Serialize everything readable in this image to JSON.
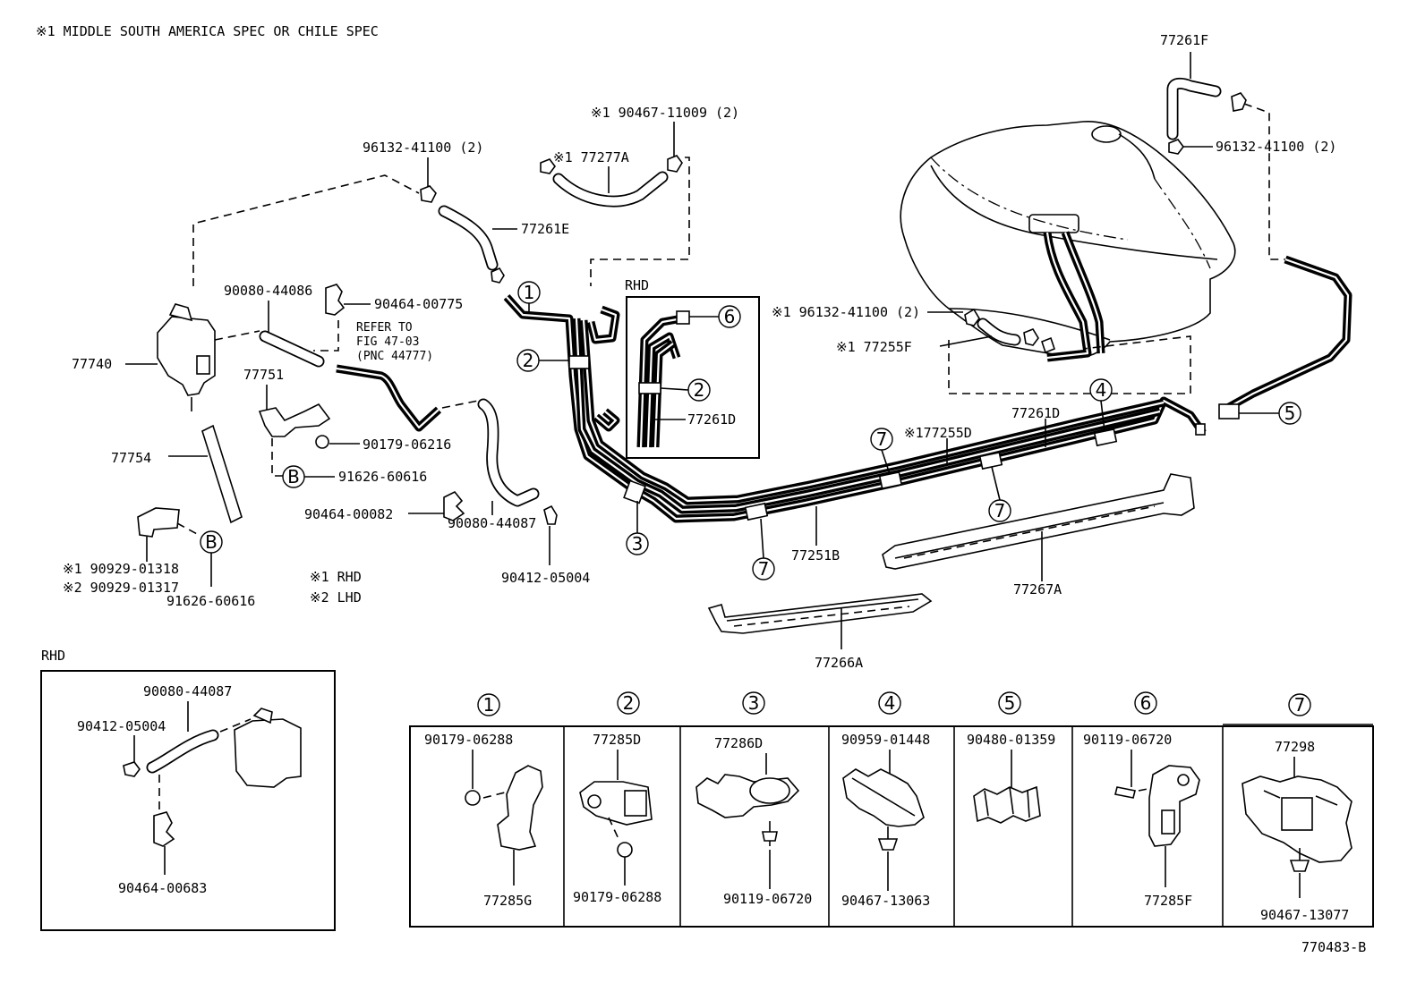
{
  "header_note": "※1 MIDDLE SOUTH AMERICA SPEC OR CHILE SPEC",
  "figure_number": "770483-B",
  "legend": {
    "rhd": "※1  RHD",
    "lhd": "※2  LHD"
  },
  "parts": {
    "p77261F": "77261F",
    "p96132_tr": "96132-41100 (2)",
    "p90467_11009": "※1  90467-11009 (2)",
    "p77277A": "※1 77277A",
    "p96132_tl": "96132-41100 (2)",
    "p77261E": "77261E",
    "p90080_44086": "90080-44086",
    "p90464_00775": "90464-00775",
    "refer_1": "REFER TO",
    "refer_2": "FIG 47-03",
    "refer_3": "(PNC 44777)",
    "p77740": "77740",
    "p77751": "77751",
    "p90179_06216": "90179-06216",
    "p91626_b1": "91626-60616",
    "p77754": "77754",
    "p90464_00082": "90464-00082",
    "p90080_44087": "90080-44087",
    "p90412_05004": "90412-05004",
    "p90929_01318": "※1 90929-01318",
    "p90929_01317": "※2 90929-01317",
    "p91626_b2": "91626-60616",
    "rhd_inset_label": "RHD",
    "p77261D_inset": "77261D",
    "p96132_mid": "※1  96132-41100 (2)",
    "p77255F": "※1  77255F",
    "p77261D": "77261D",
    "p77255D": "※177255D",
    "p77251B": "77251B",
    "p77267A": "77267A",
    "p77266A": "77266A",
    "rhd_box_label": "RHD",
    "rhd_90080_44087": "90080-44087",
    "rhd_90412_05004": "90412-05004",
    "rhd_90464_00683": "90464-00683"
  },
  "markers": {
    "c1": "1",
    "c2": "2",
    "c3": "3",
    "c4": "4",
    "c5": "5",
    "c6": "6",
    "c7": "7",
    "b": "B"
  },
  "detail_table": [
    {
      "circle": "1",
      "parts": [
        "90179-06288",
        "77285G"
      ]
    },
    {
      "circle": "2",
      "parts": [
        "77285D",
        "90179-06288"
      ]
    },
    {
      "circle": "3",
      "parts": [
        "77286D",
        "90119-06720"
      ]
    },
    {
      "circle": "4",
      "parts": [
        "90959-01448",
        "90467-13063"
      ]
    },
    {
      "circle": "5",
      "parts": [
        "90480-01359"
      ]
    },
    {
      "circle": "6",
      "parts": [
        "90119-06720",
        "77285F"
      ]
    },
    {
      "circle": "7",
      "parts": [
        "77298",
        "90467-13077"
      ]
    }
  ]
}
